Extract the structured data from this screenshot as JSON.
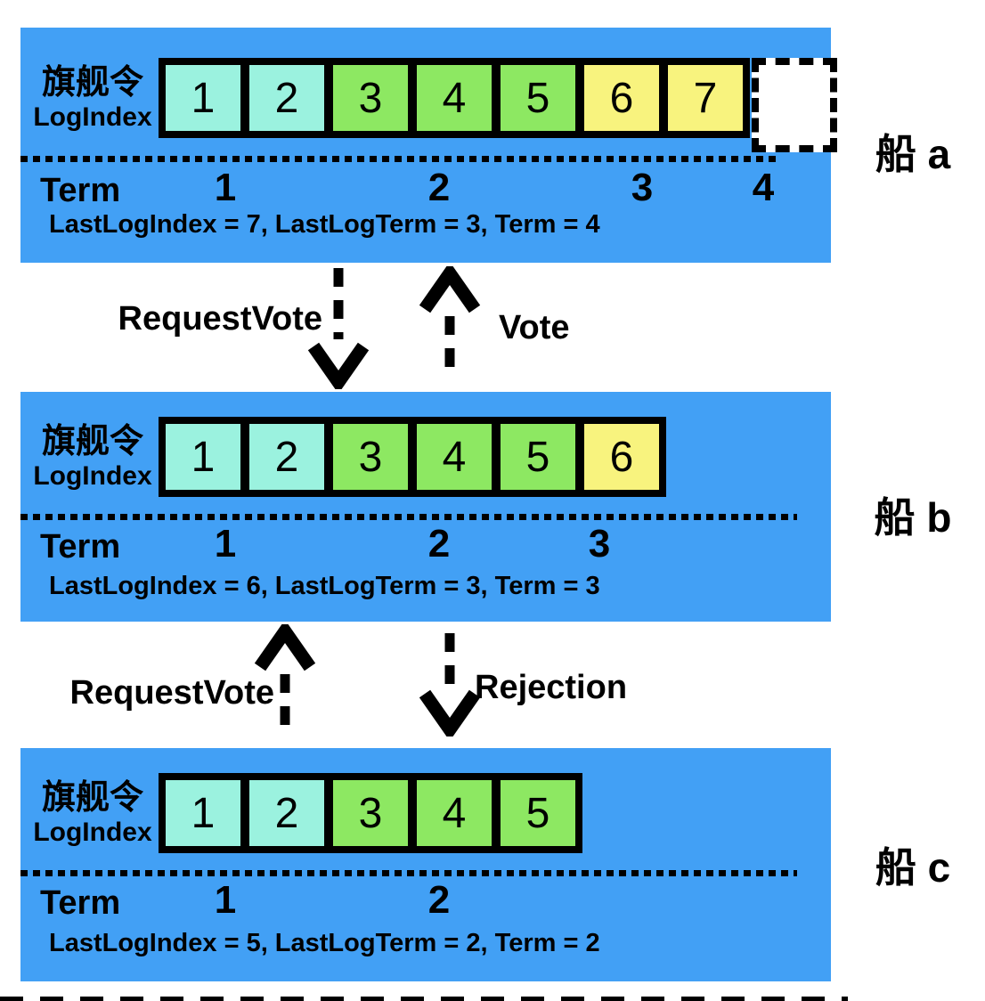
{
  "colors": {
    "panel_blue": "#42A0F5",
    "cell_cyan": "#9BF2DF",
    "cell_green": "#8DE862",
    "cell_yellow": "#F8F37E",
    "ink_black": "#000000",
    "pending_white": "#FFFFFF"
  },
  "panels": [
    {
      "ship": "船 a",
      "row_label_cn": "旗舰令",
      "row_label_en": "LogIndex",
      "cells": [
        {
          "logindex": "1",
          "color": "cyan"
        },
        {
          "logindex": "2",
          "color": "cyan"
        },
        {
          "logindex": "3",
          "color": "green"
        },
        {
          "logindex": "4",
          "color": "green"
        },
        {
          "logindex": "5",
          "color": "green"
        },
        {
          "logindex": "6",
          "color": "yellow"
        },
        {
          "logindex": "7",
          "color": "yellow"
        }
      ],
      "pending_empty_cell": true,
      "term_label": "Term",
      "terms": [
        "1",
        "2",
        "3",
        "4"
      ],
      "summary": "LastLogIndex = 7, LastLogTerm = 3, Term = 4"
    },
    {
      "ship": "船 b",
      "row_label_cn": "旗舰令",
      "row_label_en": "LogIndex",
      "cells": [
        {
          "logindex": "1",
          "color": "cyan"
        },
        {
          "logindex": "2",
          "color": "cyan"
        },
        {
          "logindex": "3",
          "color": "green"
        },
        {
          "logindex": "4",
          "color": "green"
        },
        {
          "logindex": "5",
          "color": "green"
        },
        {
          "logindex": "6",
          "color": "yellow"
        }
      ],
      "pending_empty_cell": false,
      "term_label": "Term",
      "terms": [
        "1",
        "2",
        "3"
      ],
      "summary": "LastLogIndex = 6, LastLogTerm = 3, Term = 3"
    },
    {
      "ship": "船 c",
      "row_label_cn": "旗舰令",
      "row_label_en": "LogIndex",
      "cells": [
        {
          "logindex": "1",
          "color": "cyan"
        },
        {
          "logindex": "2",
          "color": "cyan"
        },
        {
          "logindex": "3",
          "color": "green"
        },
        {
          "logindex": "4",
          "color": "green"
        },
        {
          "logindex": "5",
          "color": "green"
        }
      ],
      "pending_empty_cell": false,
      "term_label": "Term",
      "terms": [
        "1",
        "2"
      ],
      "summary": "LastLogIndex = 5, LastLogTerm = 2, Term = 2"
    }
  ],
  "messages": [
    {
      "label": "RequestVote",
      "direction": "down",
      "between": "ship-a-to-ship-b"
    },
    {
      "label": "Vote",
      "direction": "up",
      "between": "ship-b-to-ship-a"
    },
    {
      "label": "RequestVote",
      "direction": "up",
      "between": "ship-c-to-ship-b"
    },
    {
      "label": "Rejection",
      "direction": "down",
      "between": "ship-b-to-ship-c"
    }
  ]
}
